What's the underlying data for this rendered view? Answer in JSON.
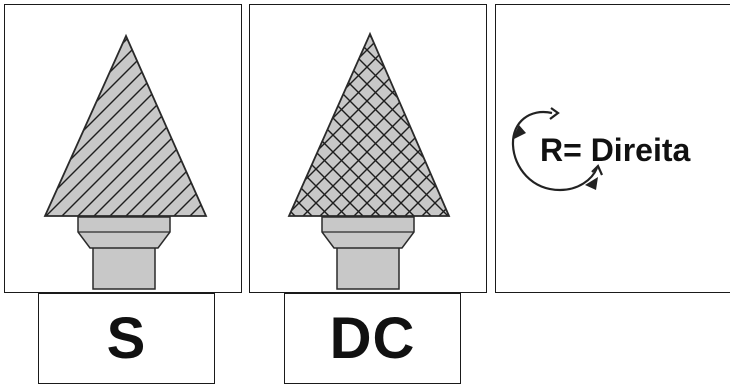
{
  "tools": [
    {
      "code": "S",
      "cut_pattern": "single-cut"
    },
    {
      "code": "DC",
      "cut_pattern": "double-cut"
    }
  ],
  "rotation": {
    "label": "R= Direita",
    "icon": "rotation-arrow-icon"
  },
  "colors": {
    "fill": "#c8c8c8",
    "outline": "#2a2a2a",
    "hatch": "#1e1e1e"
  }
}
